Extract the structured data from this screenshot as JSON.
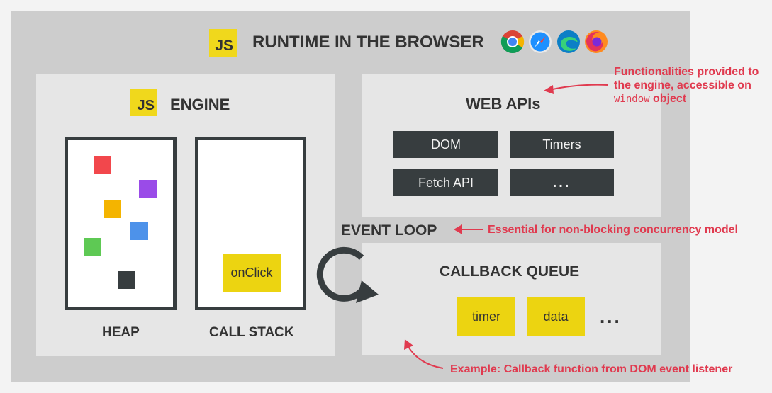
{
  "runtime": {
    "title": "RUNTIME IN THE BROWSER",
    "js_logo": "JS"
  },
  "browsers": [
    {
      "name": "chrome-icon"
    },
    {
      "name": "safari-icon"
    },
    {
      "name": "edge-icon"
    },
    {
      "name": "firefox-icon"
    }
  ],
  "engine": {
    "title": "ENGINE",
    "js_logo": "JS",
    "heap_label": "HEAP",
    "stack_label": "CALL STACK",
    "stack_item": "onClick",
    "heap_colors": [
      "#f2474c",
      "#9a4be8",
      "#f4b400",
      "#4d92ea",
      "#5ec954",
      "#373d3f"
    ]
  },
  "web_apis": {
    "title": "WEB APIs",
    "items": [
      "DOM",
      "Timers",
      "Fetch API",
      "..."
    ]
  },
  "event_loop": {
    "label": "EVENT LOOP"
  },
  "callback_queue": {
    "title": "CALLBACK QUEUE",
    "items": [
      "timer",
      "data"
    ],
    "more": "..."
  },
  "notes": {
    "web_apis_line1": "Functionalities provided to",
    "web_apis_line2": "the engine, accessible on",
    "web_apis_code": "window",
    "web_apis_tail": " object",
    "event_loop": "Essential for non-blocking concurrency model",
    "callback": "Example: Callback function from DOM event listener"
  },
  "colors": {
    "accent": "#e03a4f",
    "js_yellow": "#f0d81c",
    "dark_box": "#373d3f"
  }
}
